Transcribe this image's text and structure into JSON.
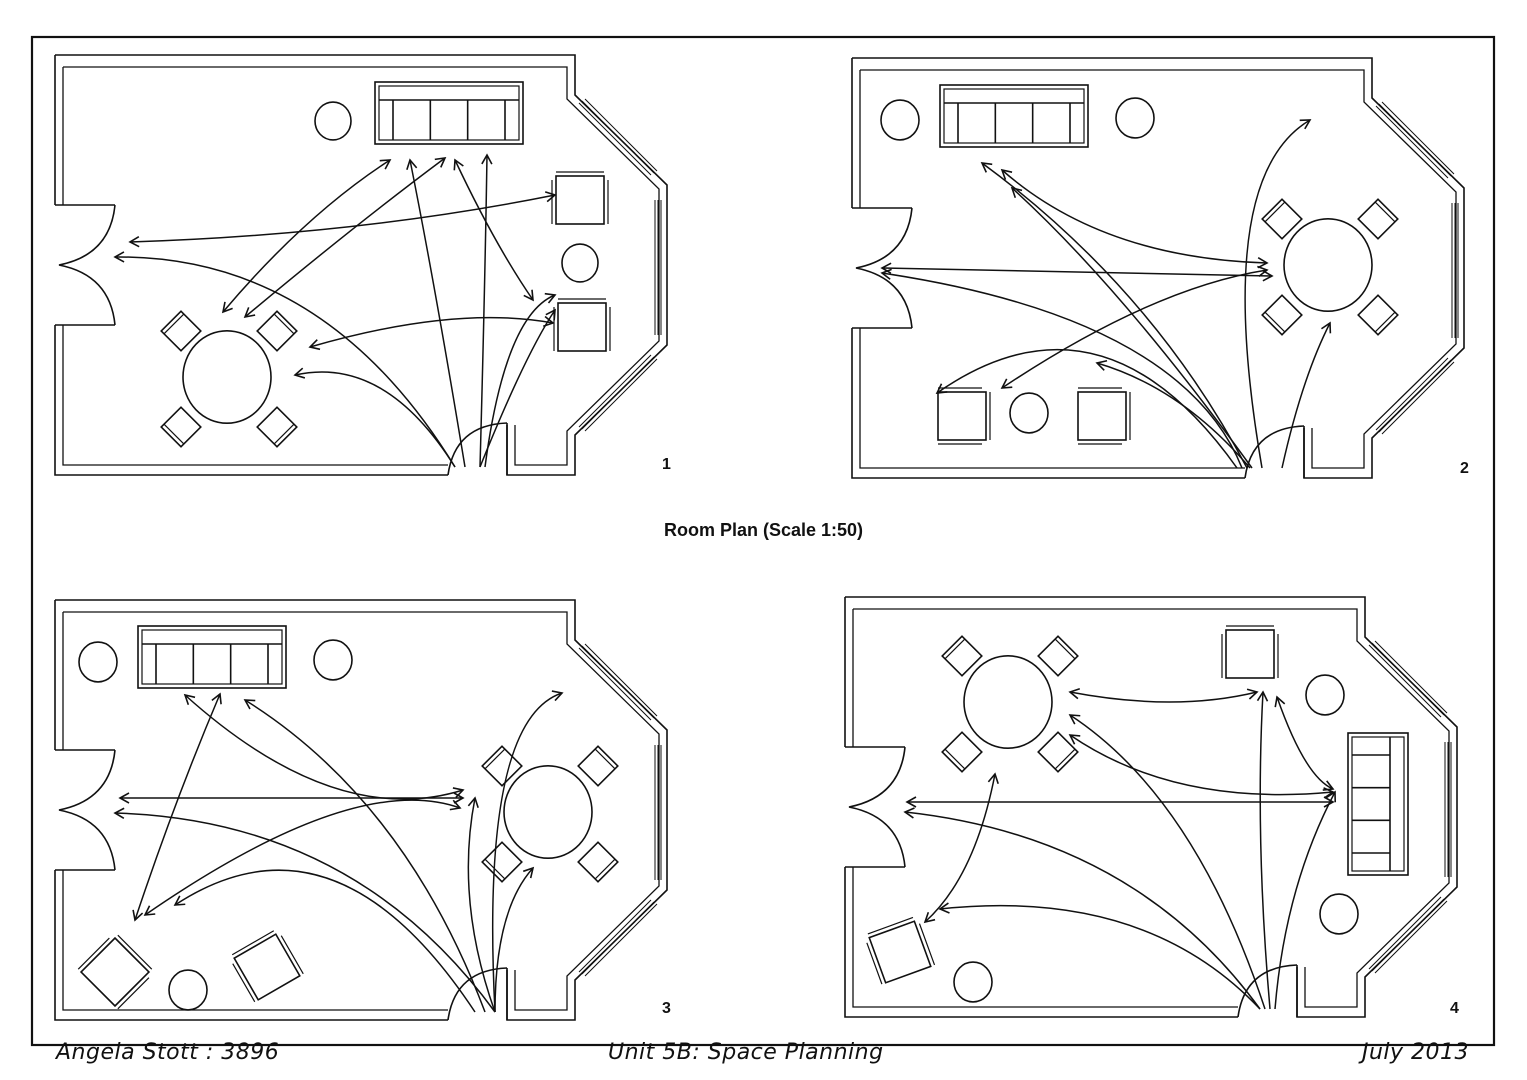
{
  "title": "Room Plan (Scale 1:50)",
  "footer": {
    "author": "Angela Stott : 3896",
    "unit": "Unit 5B: Space Planning",
    "date": "July 2013"
  },
  "plans": [
    {
      "number": "1",
      "layout": {
        "sofa": "top-center",
        "dining_set": "bottom-left",
        "armchairs": [
          "right-upper",
          "right-lower"
        ],
        "side_tables": [
          "top-center-left",
          "right-middle"
        ]
      },
      "circulation_arrows": 12
    },
    {
      "number": "2",
      "layout": {
        "sofa": "top-left",
        "dining_set": "right",
        "armchairs": [
          "bottom-left",
          "bottom-center"
        ],
        "side_tables": [
          "top-left",
          "top-center",
          "bottom-left"
        ]
      },
      "circulation_arrows": 11
    },
    {
      "number": "3",
      "layout": {
        "sofa": "top-left",
        "dining_set": "right",
        "armchairs": [
          "bottom-left",
          "bottom-center"
        ],
        "side_tables": [
          "top-left",
          "top-center",
          "bottom-left"
        ]
      },
      "circulation_arrows": 11
    },
    {
      "number": "4",
      "layout": {
        "sofa": "right-vertical",
        "dining_set": "top-left",
        "armchairs": [
          "top-right",
          "bottom-left"
        ],
        "side_tables": [
          "top-right",
          "right-lower",
          "bottom-left"
        ]
      },
      "circulation_arrows": 11
    }
  ],
  "colors": {
    "ink": "#111111",
    "paper": "#ffffff"
  }
}
